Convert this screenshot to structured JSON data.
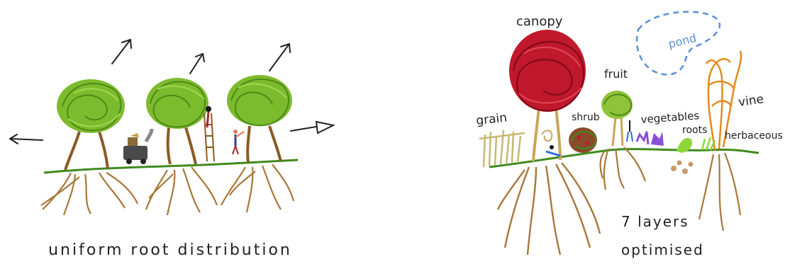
{
  "left_panel": {
    "caption": "uniform root distribution"
  },
  "right_panel": {
    "labels": {
      "canopy": "canopy",
      "pond": "pond",
      "fruit": "fruit",
      "grain": "grain",
      "shrub": "shrub",
      "vegetables": "vegetables",
      "roots": "roots",
      "vine": "vine",
      "herbaceous": "herbaceous"
    },
    "caption_line1": "7 layers",
    "caption_line2": "optimised"
  },
  "colors": {
    "foliage": "#6fae2a",
    "canopy": "#c0182c",
    "trunk": "#b78a4a",
    "roots": "#a9773a",
    "grass": "#3f8a1e",
    "vine": "#e38a1c",
    "pond": "#5b8fd8",
    "vegetables": "#8a4fd8",
    "herb": "#8fd63a"
  }
}
